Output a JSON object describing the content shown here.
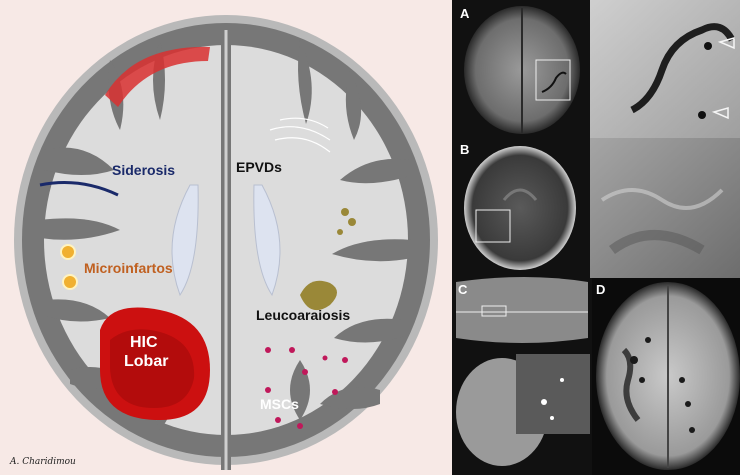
{
  "illustration": {
    "labels": {
      "siderosis": "Siderosis",
      "epvds": "EPVDs",
      "microinfarcts": "Microinfartos",
      "leucoaraiosis": "Leucoaraiosis",
      "hic_line1": "HIC",
      "hic_line2": "Lobar",
      "mscs": "MSCs"
    },
    "credit": "A. Charidimou",
    "colors": {
      "background": "#f7e9e6",
      "cortex": "#777777",
      "white_matter": "#dcdcdc",
      "ventricle": "#dde3f0",
      "hemorrhage": "#cc1010",
      "siderosis_stroke": "#1a2a6a",
      "microinfarct": "#f0b030",
      "leucoaraiosis": "#9a8838",
      "microbleed": "#c0185a"
    }
  },
  "mri_panels": {
    "letters": [
      "A",
      "B",
      "C",
      "D"
    ]
  }
}
